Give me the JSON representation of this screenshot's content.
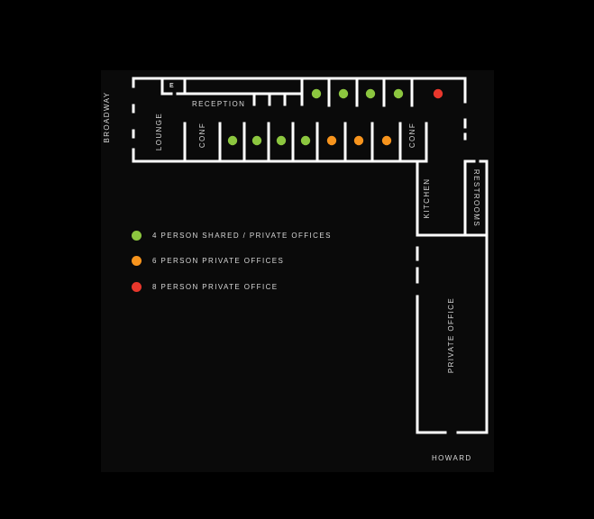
{
  "streets": {
    "broadway": "BROADWAY",
    "howard": "HOWARD"
  },
  "rooms": {
    "elevator": "E",
    "reception": "RECEPTION",
    "lounge": "LOUNGE",
    "conf_left": "CONF",
    "conf_right": "CONF",
    "kitchen": "KITCHEN",
    "restrooms": "RESTROOMS",
    "private_office": "PRIVATE OFFICE"
  },
  "legend": [
    {
      "label": "4 PERSON SHARED / PRIVATE OFFICES",
      "color": "#8cc63f"
    },
    {
      "label": "6 PERSON PRIVATE OFFICES",
      "color": "#f7941d"
    },
    {
      "label": "8 PERSON PRIVATE OFFICE",
      "color": "#e8372c"
    }
  ],
  "office_markers": [
    {
      "capacity": 4,
      "color": "#8cc63f"
    },
    {
      "capacity": 4,
      "color": "#8cc63f"
    },
    {
      "capacity": 4,
      "color": "#8cc63f"
    },
    {
      "capacity": 4,
      "color": "#8cc63f"
    },
    {
      "capacity": 8,
      "color": "#e8372c"
    },
    {
      "capacity": 4,
      "color": "#8cc63f"
    },
    {
      "capacity": 4,
      "color": "#8cc63f"
    },
    {
      "capacity": 4,
      "color": "#8cc63f"
    },
    {
      "capacity": 4,
      "color": "#8cc63f"
    },
    {
      "capacity": 6,
      "color": "#f7941d"
    },
    {
      "capacity": 6,
      "color": "#f7941d"
    },
    {
      "capacity": 6,
      "color": "#f7941d"
    }
  ],
  "colors": {
    "background": "#000000",
    "panel": "#0a0a0a",
    "wall": "#ffffff",
    "text": "#d8d8d8"
  }
}
